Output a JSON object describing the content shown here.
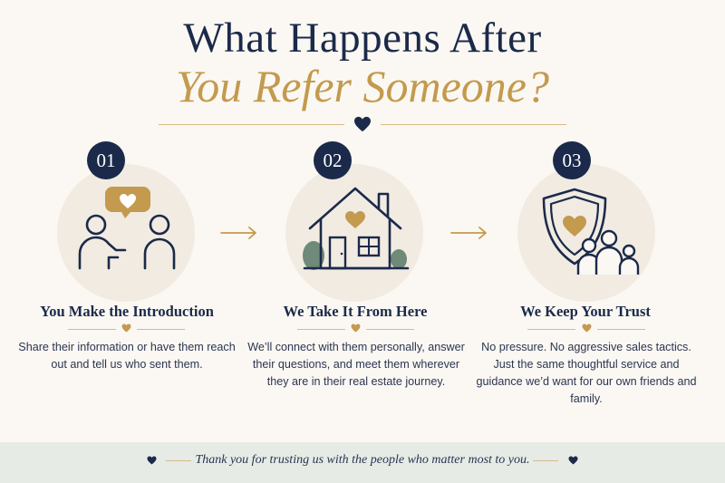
{
  "title": {
    "line1": "What Happens After",
    "line2": "You Refer Someone?"
  },
  "colors": {
    "navy": "#1b2a4a",
    "gold": "#c39a4e",
    "cream": "#fbf8f3",
    "circle": "#f1ebe2",
    "green": "#6f8a78",
    "footer": "#e6ebe6"
  },
  "steps": [
    {
      "number": "01",
      "title": "You Make the Introduction",
      "description": "Share their information or have them reach out and tell us who sent them.",
      "icon": "two-people-speech-heart-icon"
    },
    {
      "number": "02",
      "title": "We Take It From Here",
      "description": "We’ll connect with them personally, answer their questions, and meet them wherever they are in their real estate journey.",
      "icon": "house-heart-icon"
    },
    {
      "number": "03",
      "title": "We Keep Your Trust",
      "description": "No pressure. No aggressive sales tactics. Just the same thoughtful service and guidance we’d want for our own friends and family.",
      "icon": "shield-family-icon"
    }
  ],
  "footer": {
    "text": "Thank you for trusting us with the people who matter most to you."
  }
}
